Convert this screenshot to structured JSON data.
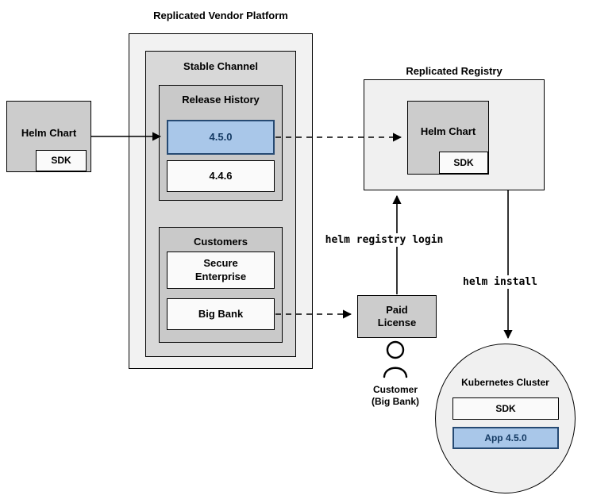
{
  "diagram": {
    "platform": {
      "title": "Replicated Vendor Platform"
    },
    "stable_channel": {
      "title": "Stable Channel"
    },
    "release_history": {
      "title": "Release History",
      "versions": [
        {
          "label": "4.5.0",
          "highlighted": true
        },
        {
          "label": "4.4.6",
          "highlighted": false
        }
      ]
    },
    "customers": {
      "title": "Customers",
      "items": [
        {
          "label": "Secure Enterprise"
        },
        {
          "label": "Big Bank"
        }
      ]
    },
    "source_chart": {
      "label": "Helm Chart",
      "sdk_label": "SDK"
    },
    "registry": {
      "title": "Replicated Registry",
      "chart_label": "Helm Chart",
      "sdk_label": "SDK"
    },
    "paid_license": {
      "label": "Paid License"
    },
    "customer": {
      "label": "Customer (Big Bank)"
    },
    "cluster": {
      "title": "Kubernetes Cluster",
      "sdk_label": "SDK",
      "app_label": "App 4.5.0"
    },
    "commands": {
      "registry_login": "helm registry login",
      "install": "helm install"
    }
  },
  "colors": {
    "highlight_fill": "#a9c7e9",
    "highlight_border": "#264a73",
    "highlight_text": "#143a63",
    "box_gray": "#cccccc",
    "panel_gray": "#f2f2f2",
    "line_color": "#000000"
  }
}
